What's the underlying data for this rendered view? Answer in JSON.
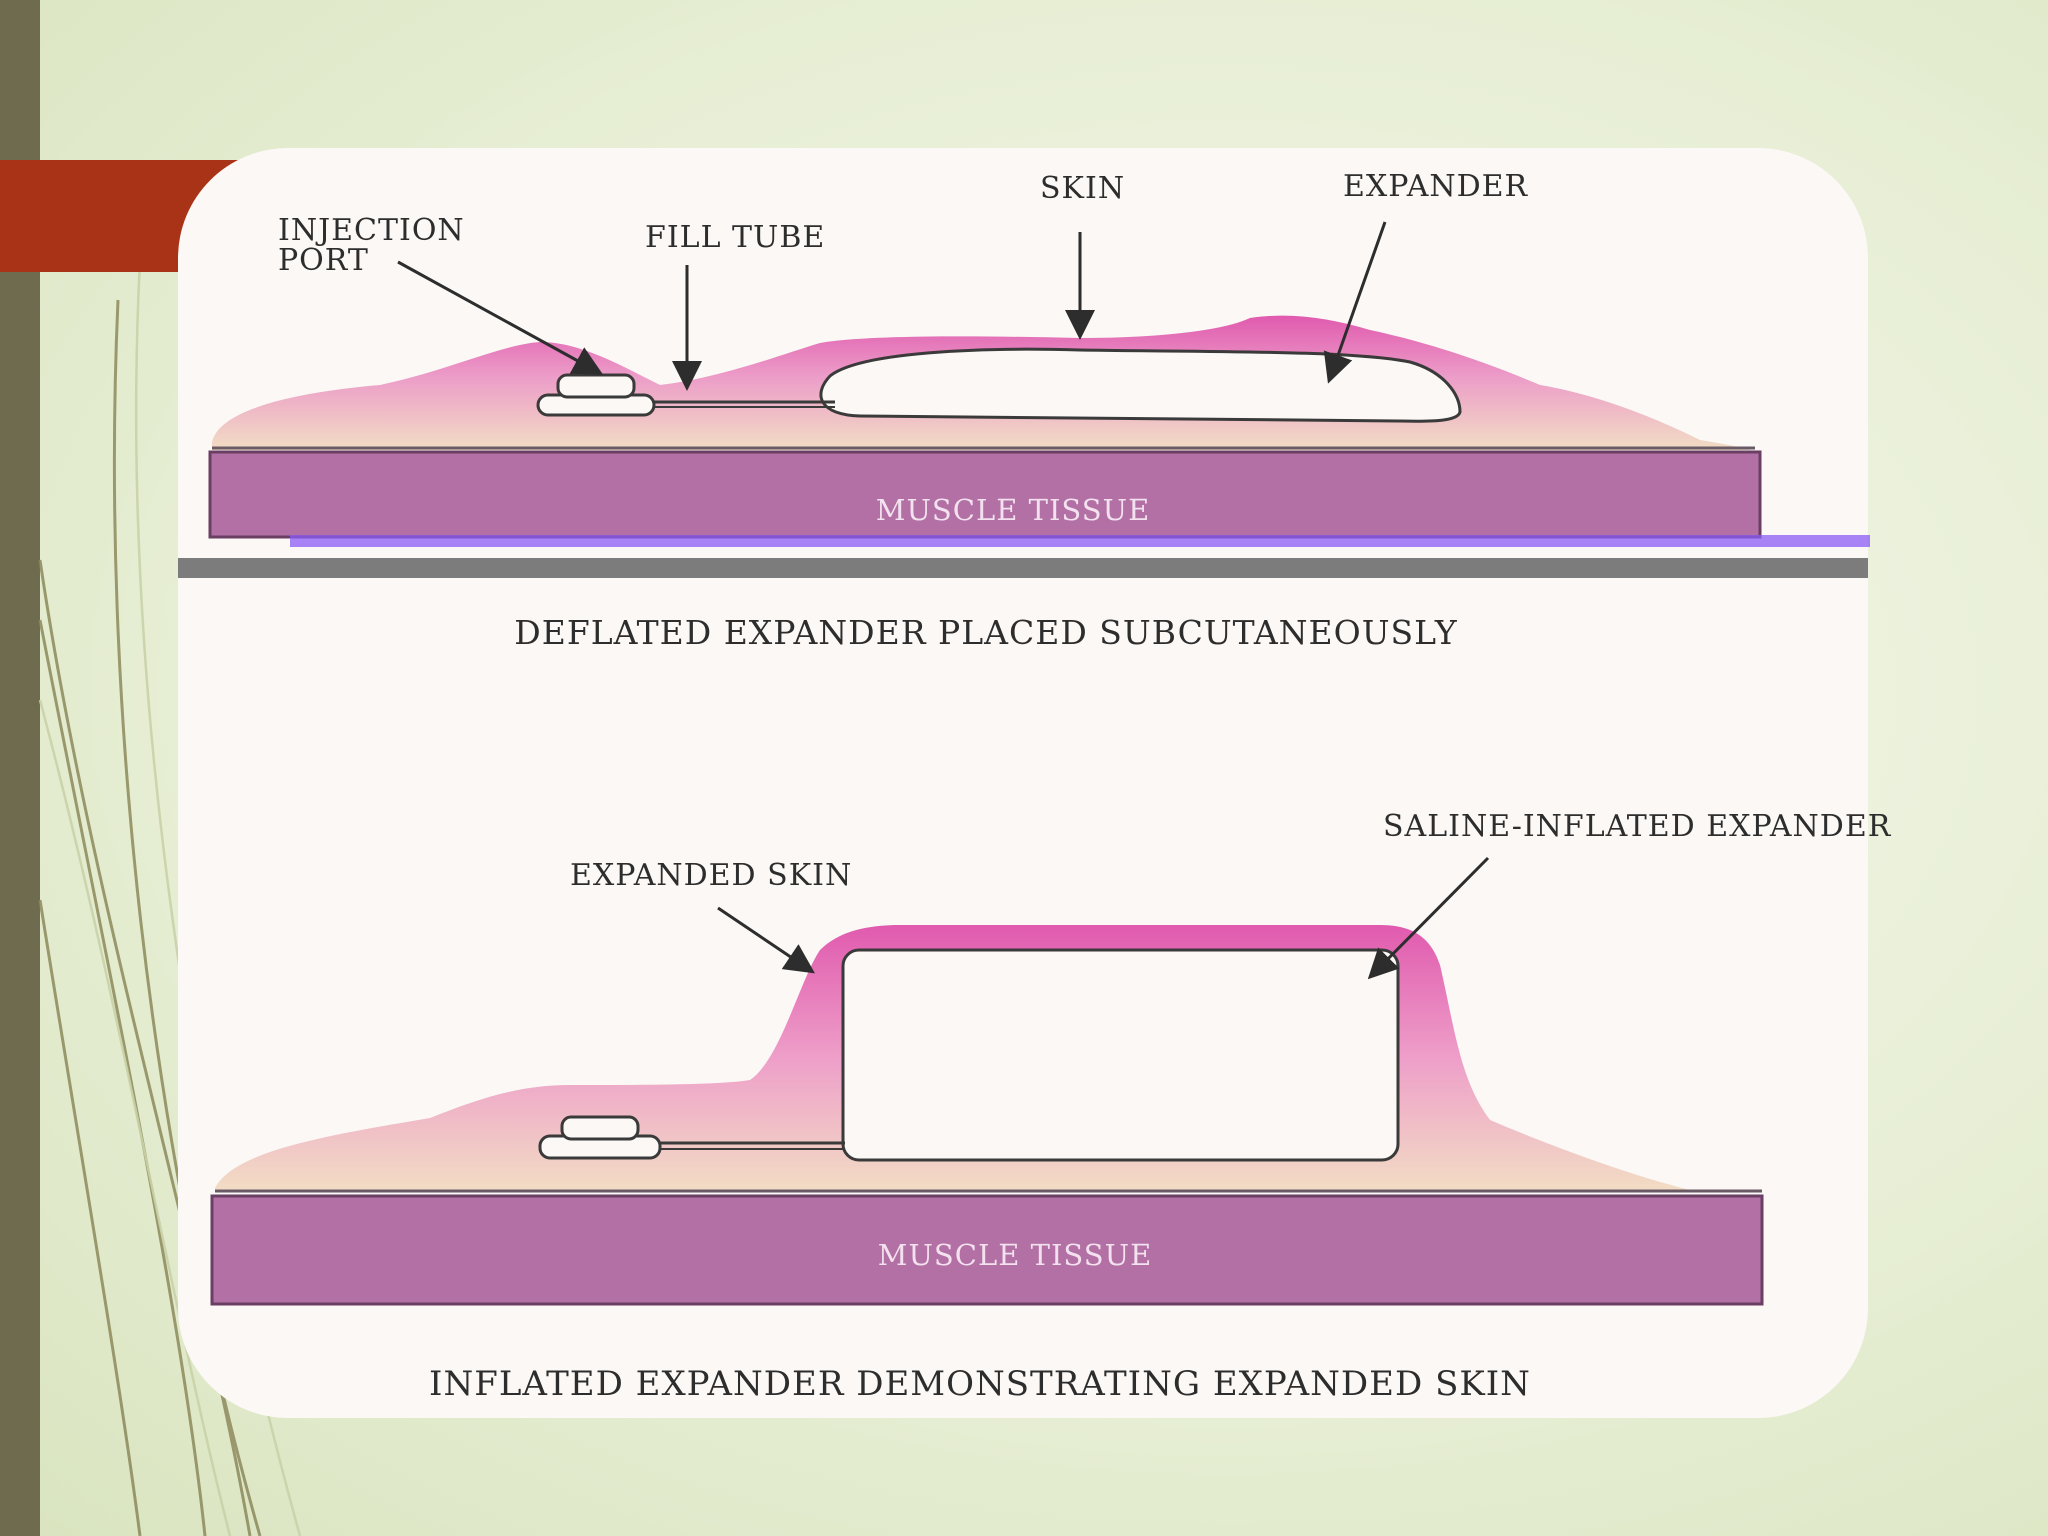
{
  "colors": {
    "sidebar": "#6f6b4f",
    "accent_tab": "#a83317",
    "muscle": "#b270a4",
    "skin_pink": "#e05aae",
    "subcutaneous": "#f2ddc4"
  },
  "top_panel": {
    "labels": {
      "injection_port_line1": "INJECTION",
      "injection_port_line2": "PORT",
      "fill_tube": "FILL TUBE",
      "skin": "SKIN",
      "expander": "EXPANDER",
      "muscle": "MUSCLE TISSUE"
    },
    "caption": "DEFLATED EXPANDER PLACED SUBCUTANEOUSLY"
  },
  "bottom_panel": {
    "labels": {
      "expanded_skin": "EXPANDED SKIN",
      "saline_expander": "SALINE-INFLATED EXPANDER",
      "muscle": "MUSCLE TISSUE"
    },
    "caption": "INFLATED EXPANDER DEMONSTRATING EXPANDED SKIN"
  }
}
